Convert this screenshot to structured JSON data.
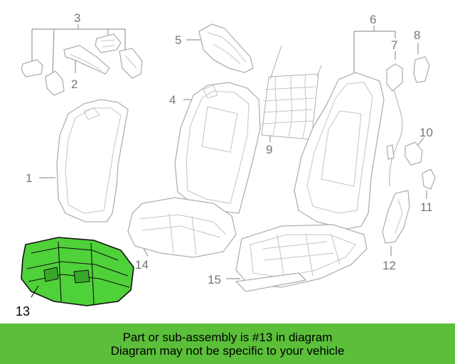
{
  "callouts": {
    "n1": "1",
    "n2": "2",
    "n3": "3",
    "n4": "4",
    "n5": "5",
    "n6": "6",
    "n7": "7",
    "n8": "8",
    "n9": "9",
    "n10": "10",
    "n11": "11",
    "n12": "12",
    "n13": "13",
    "n14": "14",
    "n15": "15"
  },
  "highlighted_part": "13",
  "banner": {
    "line1": "Part or sub-assembly is #13 in diagram",
    "line2": "Diagram may not be specific to your vehicle"
  },
  "colors": {
    "highlight": "#4fd13a",
    "banner_bg": "#5bbf3a",
    "outline": "#b0b0b0"
  }
}
